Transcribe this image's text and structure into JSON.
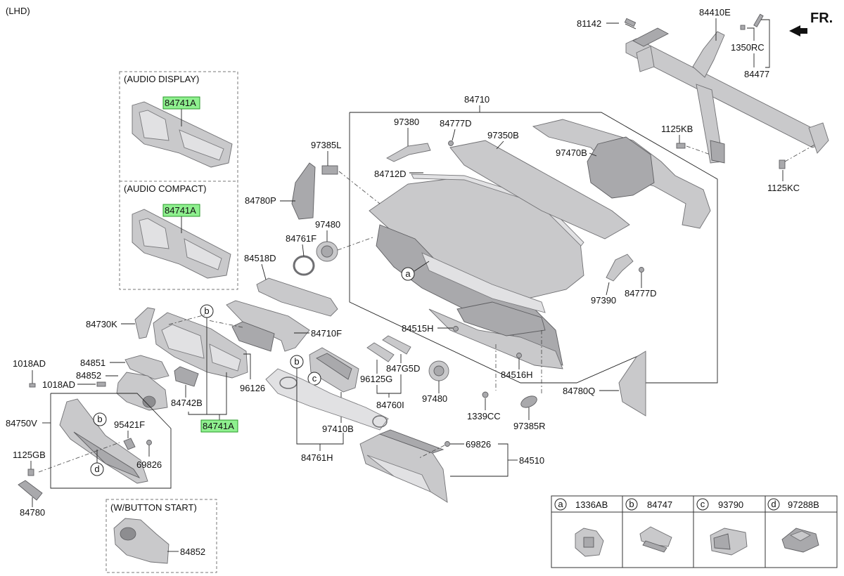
{
  "corner_label": "(LHD)",
  "direction_label": "FR.",
  "option_boxes": {
    "audio_display": "(AUDIO DISPLAY)",
    "audio_compact": "(AUDIO COMPACT)",
    "button_start": "(W/BUTTON START)"
  },
  "parts": {
    "p84710": "84710",
    "p97380": "97380",
    "p84777D_a": "84777D",
    "p97350B": "97350B",
    "p97470B": "97470B",
    "p84712D": "84712D",
    "p97385L": "97385L",
    "p84780P": "84780P",
    "p97480_a": "97480",
    "p84761F": "84761F",
    "p84518D": "84518D",
    "p97390": "97390",
    "p84777D_b": "84777D",
    "p84515H": "84515H",
    "p84516H": "84516H",
    "p84780Q": "84780Q",
    "p1339CC": "1339CC",
    "p97385R": "97385R",
    "p97480_b": "97480",
    "p84760I": "84760I",
    "p96125G": "96125G",
    "p847G5D": "847G5D",
    "p97410B": "97410B",
    "p84761H": "84761H",
    "p69826_a": "69826",
    "p84510": "84510",
    "p84730K": "84730K",
    "p84710F": "84710F",
    "p96126": "96126",
    "p84742B": "84742B",
    "p84741A_1": "84741A",
    "p84741A_2": "84741A",
    "p84741A_3": "84741A",
    "p84851": "84851",
    "p84852_a": "84852",
    "p1018AD_a": "1018AD",
    "p1018AD_b": "1018AD",
    "p84750V": "84750V",
    "p95421F": "95421F",
    "p69826_b": "69826",
    "p1125GB": "1125GB",
    "p84780": "84780",
    "p84852_b": "84852",
    "p81142": "81142",
    "p84410E": "84410E",
    "p1350RC": "1350RC",
    "p84477": "84477",
    "p1125KB": "1125KB",
    "p1125KC": "1125KC"
  },
  "callouts": {
    "a": "a",
    "b1": "b",
    "b2": "b",
    "b3": "b",
    "c": "c",
    "d": "d"
  },
  "legend": [
    {
      "key": "a",
      "part": "1336AB"
    },
    {
      "key": "b",
      "part": "84747"
    },
    {
      "key": "c",
      "part": "93790"
    },
    {
      "key": "d",
      "part": "97288B"
    }
  ],
  "colors": {
    "highlight": "#8ff08f",
    "part_fill": "#c9c9cb"
  }
}
